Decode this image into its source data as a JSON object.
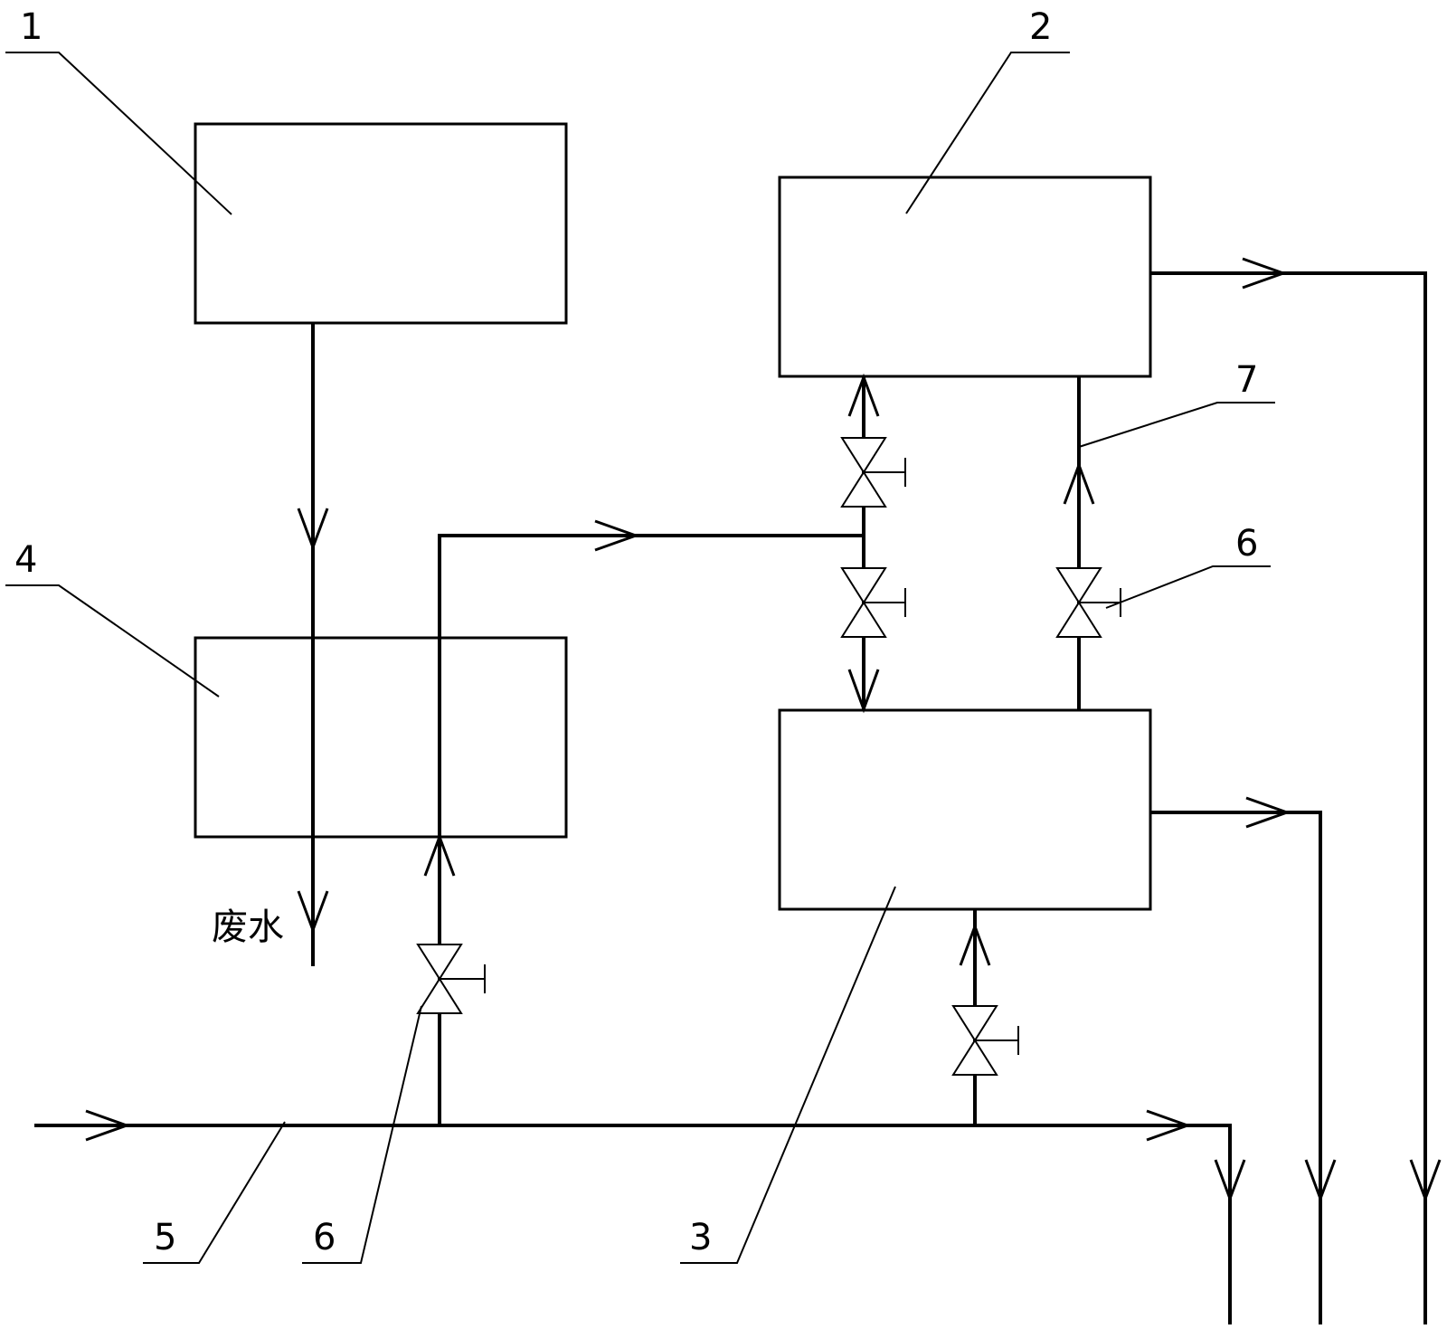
{
  "labels": {
    "l1": "1",
    "l2": "2",
    "l3": "3",
    "l4": "4",
    "l5": "5",
    "l6a": "6",
    "l6b": "6",
    "l7": "7"
  },
  "wastewater": "废水"
}
